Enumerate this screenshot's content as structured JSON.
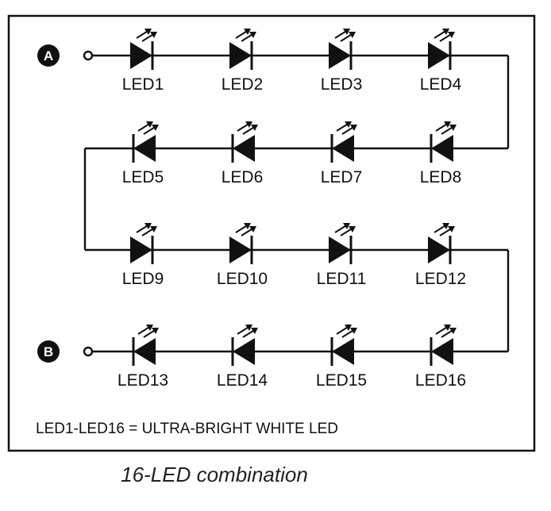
{
  "circuit": {
    "terminals": [
      {
        "id": "A",
        "label": "A"
      },
      {
        "id": "B",
        "label": "B"
      }
    ],
    "rows": [
      {
        "direction": "right",
        "leds": [
          "LED1",
          "LED2",
          "LED3",
          "LED4"
        ]
      },
      {
        "direction": "left",
        "leds": [
          "LED5",
          "LED6",
          "LED7",
          "LED8"
        ]
      },
      {
        "direction": "right",
        "leds": [
          "LED9",
          "LED10",
          "LED11",
          "LED12"
        ]
      },
      {
        "direction": "left",
        "leds": [
          "LED13",
          "LED14",
          "LED15",
          "LED16"
        ]
      }
    ],
    "note": "LED1-LED16 = ULTRA-BRIGHT WHITE LED"
  },
  "caption": "16-LED combination",
  "colors": {
    "ink": "#111111",
    "background": "#ffffff"
  }
}
